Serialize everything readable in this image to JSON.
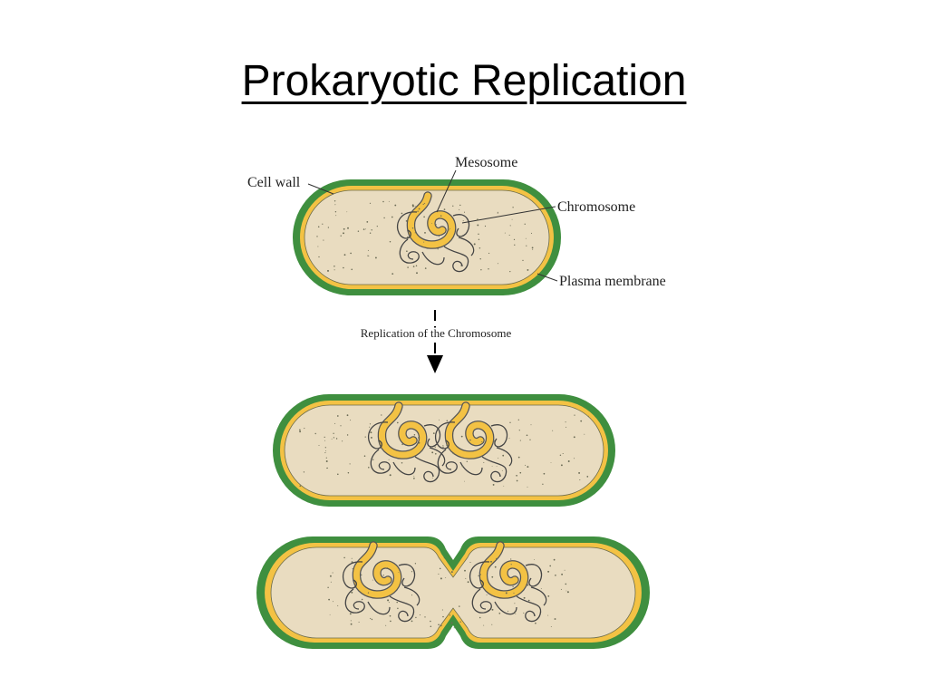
{
  "slide": {
    "title": "Prokaryotic Replication"
  },
  "labels": {
    "cell_wall": "Cell wall",
    "mesosome": "Mesosome",
    "chromosome": "Chromosome",
    "plasma_membrane": "Plasma membrane",
    "replication_step": "Replication of the Chromosome"
  },
  "colors": {
    "cell_wall": "#3f8f3f",
    "plasma_membrane": "#f3c244",
    "cytoplasm": "#e9dcc0",
    "mesosome": "#f3c244",
    "chromosome": "#444444"
  }
}
